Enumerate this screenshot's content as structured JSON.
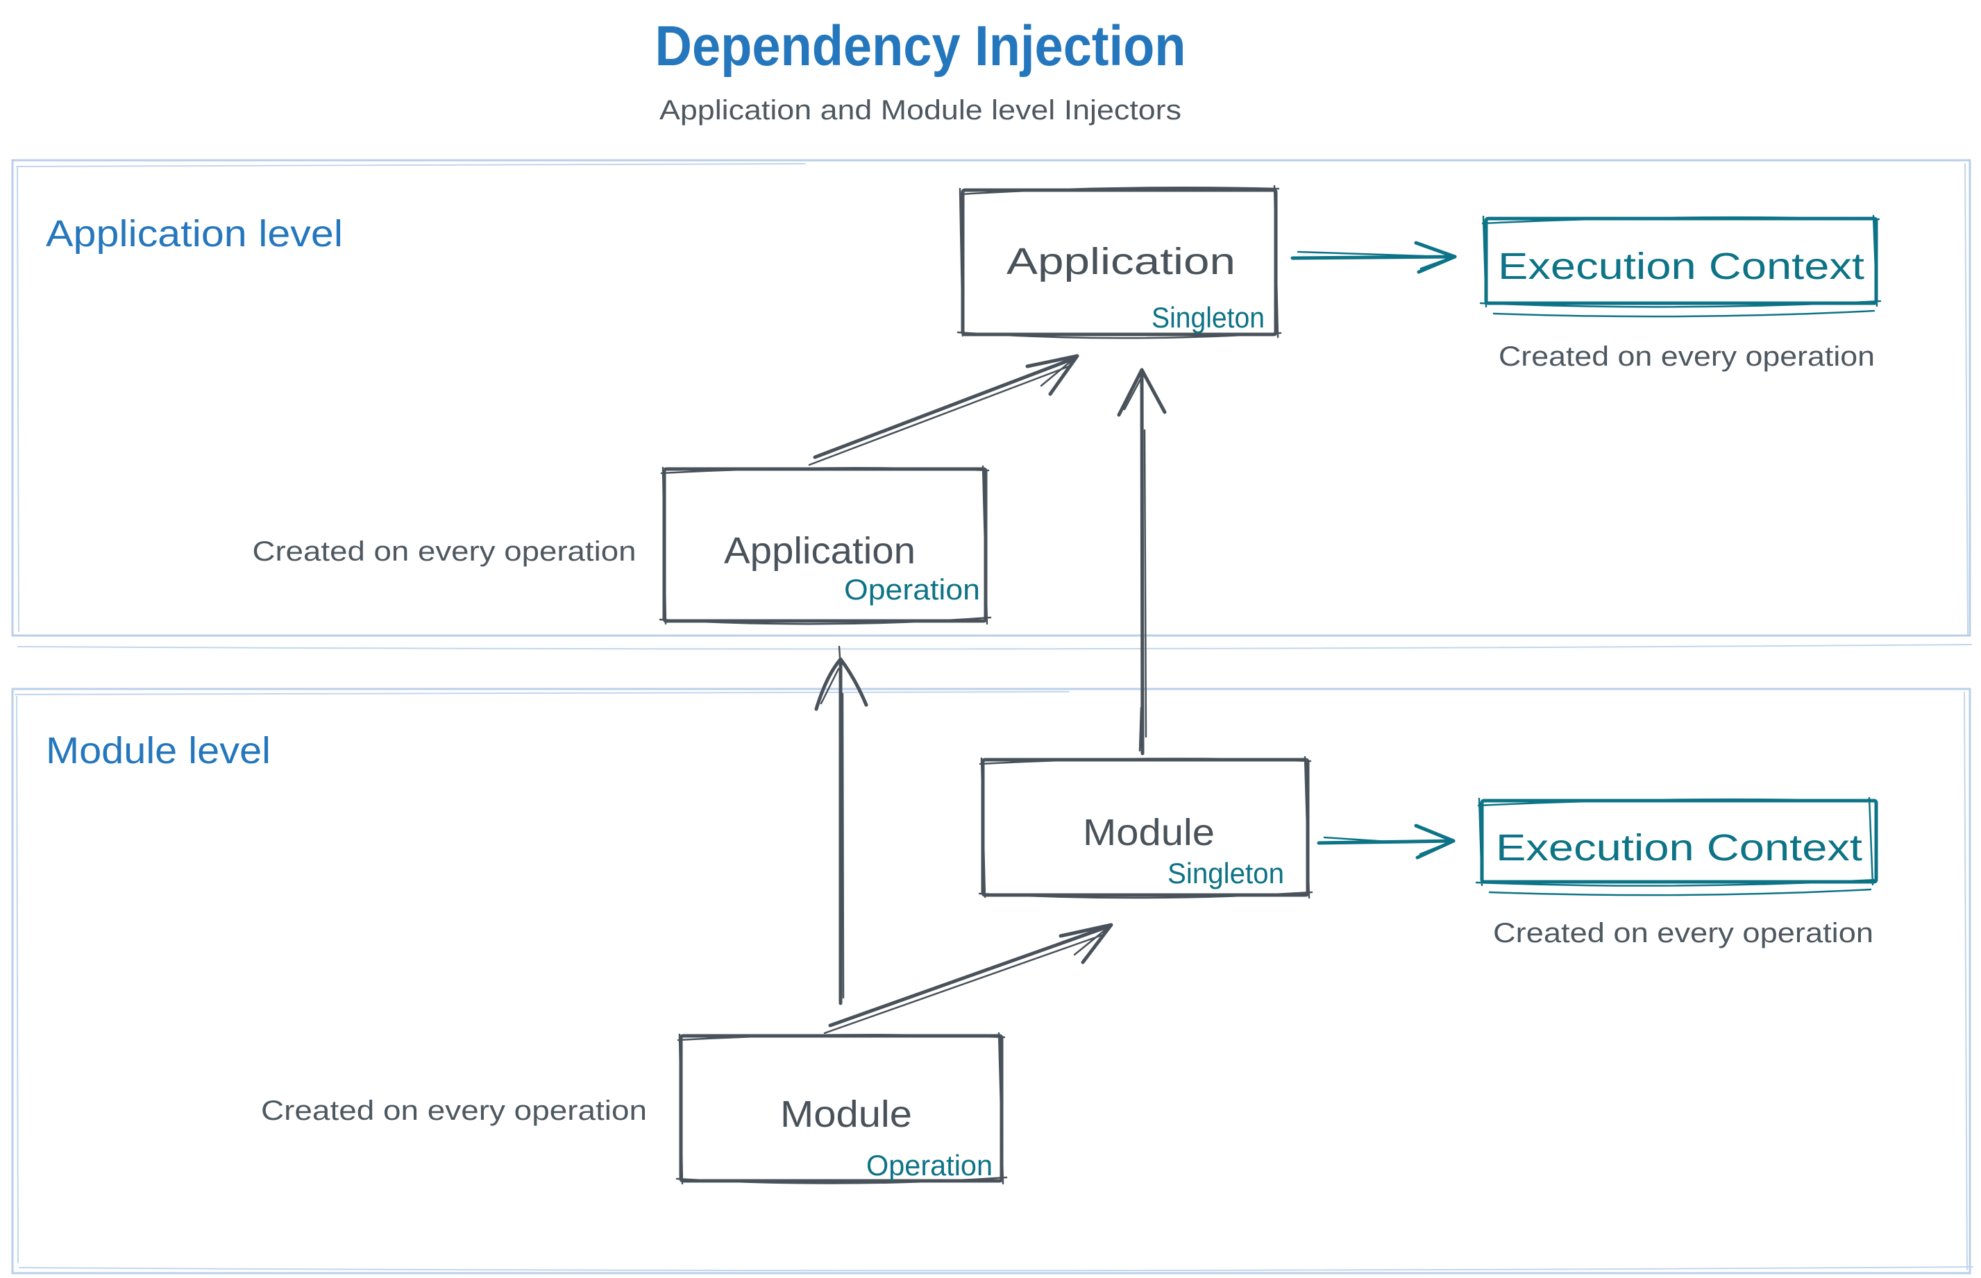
{
  "title": "Dependency Injection",
  "subtitle": "Application and Module level Injectors",
  "colors": {
    "accent-blue": "#2577bd",
    "ink-gray": "#49525a",
    "teal": "#0d7386",
    "frame-blue": "#b9cfe9",
    "caption-gray": "#4e5860",
    "surface": "#ffffff"
  },
  "sections": {
    "application": {
      "label": "Application level",
      "singleton_box": {
        "title": "Application",
        "scope": "Singleton"
      },
      "operation_box": {
        "title": "Application",
        "scope": "Operation"
      },
      "execution_context": {
        "label": "Execution Context",
        "caption": "Created on every operation"
      },
      "operation_caption": "Created on every operation"
    },
    "module": {
      "label": "Module level",
      "singleton_box": {
        "title": "Module",
        "scope": "Singleton"
      },
      "operation_box": {
        "title": "Module",
        "scope": "Operation"
      },
      "execution_context": {
        "label": "Execution Context",
        "caption": "Created on every operation"
      },
      "operation_caption": "Created on every operation"
    }
  }
}
